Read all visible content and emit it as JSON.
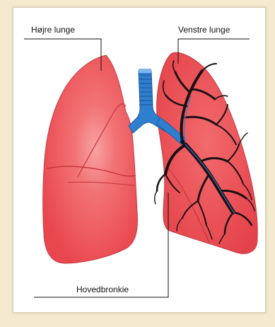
{
  "labels": {
    "right_lung": "Højre lunge",
    "left_lung": "Venstre lunge",
    "main_bronchus": "Hovedbronkie"
  },
  "colors": {
    "lung_fill": "#ef5b5f",
    "lung_dark": "#d8424a",
    "lung_highlight": "#f7a3a3",
    "trachea": "#2d7fd0",
    "bronchial_tree": "#1b1014",
    "leader_line": "#111111"
  }
}
